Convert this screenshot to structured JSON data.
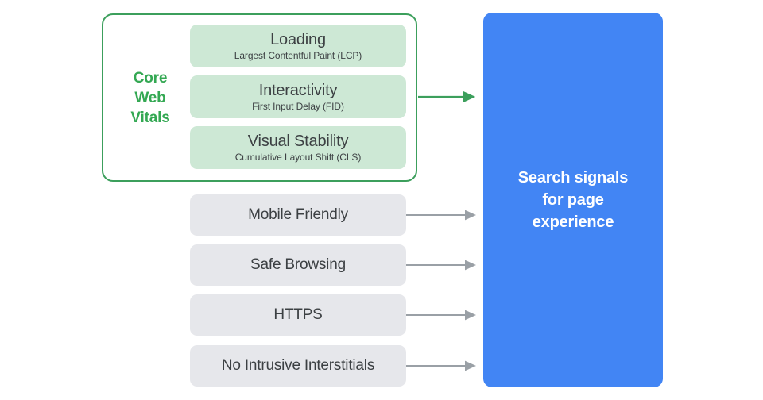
{
  "diagram": {
    "title": "Search signals for page experience",
    "colors": {
      "green_accent": "#34A853",
      "green_border": "#3C9F5C",
      "green_card_bg": "#CDE8D5",
      "gray_card_bg": "#E6E7EB",
      "blue_box_bg": "#4285F4",
      "text_dark": "#3C4043",
      "gray_arrow": "#9AA0A6"
    }
  },
  "core_web_vitals": {
    "group_label": "Core Web Vitals",
    "group_label_lines": [
      "Core",
      "Web",
      "Vitals"
    ],
    "metrics": [
      {
        "title": "Loading",
        "subtitle": "Largest Contentful Paint (LCP)"
      },
      {
        "title": "Interactivity",
        "subtitle": "First Input Delay (FID)"
      },
      {
        "title": "Visual Stability",
        "subtitle": "Cumulative Layout Shift (CLS)"
      }
    ]
  },
  "other_signals": [
    {
      "label": "Mobile Friendly"
    },
    {
      "label": "Safe Browsing"
    },
    {
      "label": "HTTPS"
    },
    {
      "label": "No Intrusive Interstitials"
    }
  ],
  "destination": {
    "line1": "Search signals",
    "line2": "for page",
    "line3": "experience"
  },
  "connectors": [
    {
      "name": "core-web-vitals-arrow",
      "color": "#3C9F5C"
    },
    {
      "name": "mobile-friendly-arrow",
      "color": "#9AA0A6"
    },
    {
      "name": "safe-browsing-arrow",
      "color": "#9AA0A6"
    },
    {
      "name": "https-arrow",
      "color": "#9AA0A6"
    },
    {
      "name": "no-intrusive-interstitials-arrow",
      "color": "#9AA0A6"
    }
  ]
}
